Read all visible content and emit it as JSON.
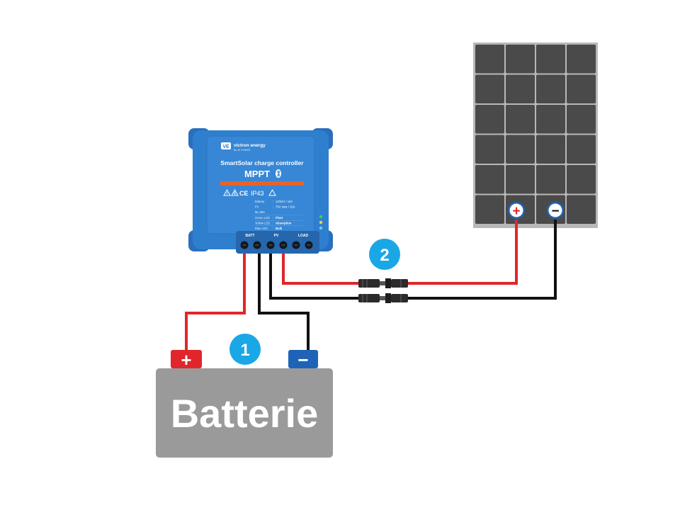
{
  "controller": {
    "brand": "victron energy",
    "brand_sub": "BLUE POWER",
    "model_line": "SmartSolar charge controller",
    "model": "MPPT",
    "ip_rating": "IP43",
    "specs": [
      {
        "label": "Battery",
        "value": "12/24V / 15A"
      },
      {
        "label": "PV",
        "value": "75V max / 15A"
      },
      {
        "label": "",
        "value": "Isc 20A"
      },
      {
        "label": "Green LED",
        "value": "Float"
      },
      {
        "label": "Yellow LED",
        "value": "Absorption"
      },
      {
        "label": "Blue LED",
        "value": "Bulk"
      }
    ],
    "terminal_labels": {
      "batt": "BATT",
      "pv": "PV",
      "load": "LOAD"
    }
  },
  "battery": {
    "label": "Batterie",
    "plus": "+",
    "minus": "−"
  },
  "panel": {
    "plus": "+",
    "minus": "−"
  },
  "markers": [
    "1",
    "2"
  ],
  "colors": {
    "controller_blue": "#2f7fcf",
    "wire_red": "#e0262b",
    "wire_black": "#111111",
    "battery_grey": "#9a9a9a",
    "panel_cell": "#4a4a4a",
    "panel_frame": "#b8b8b8",
    "marker_blue": "#1aa7e6",
    "terminal_red": "#e0262b",
    "terminal_blue": "#1e63b8"
  }
}
